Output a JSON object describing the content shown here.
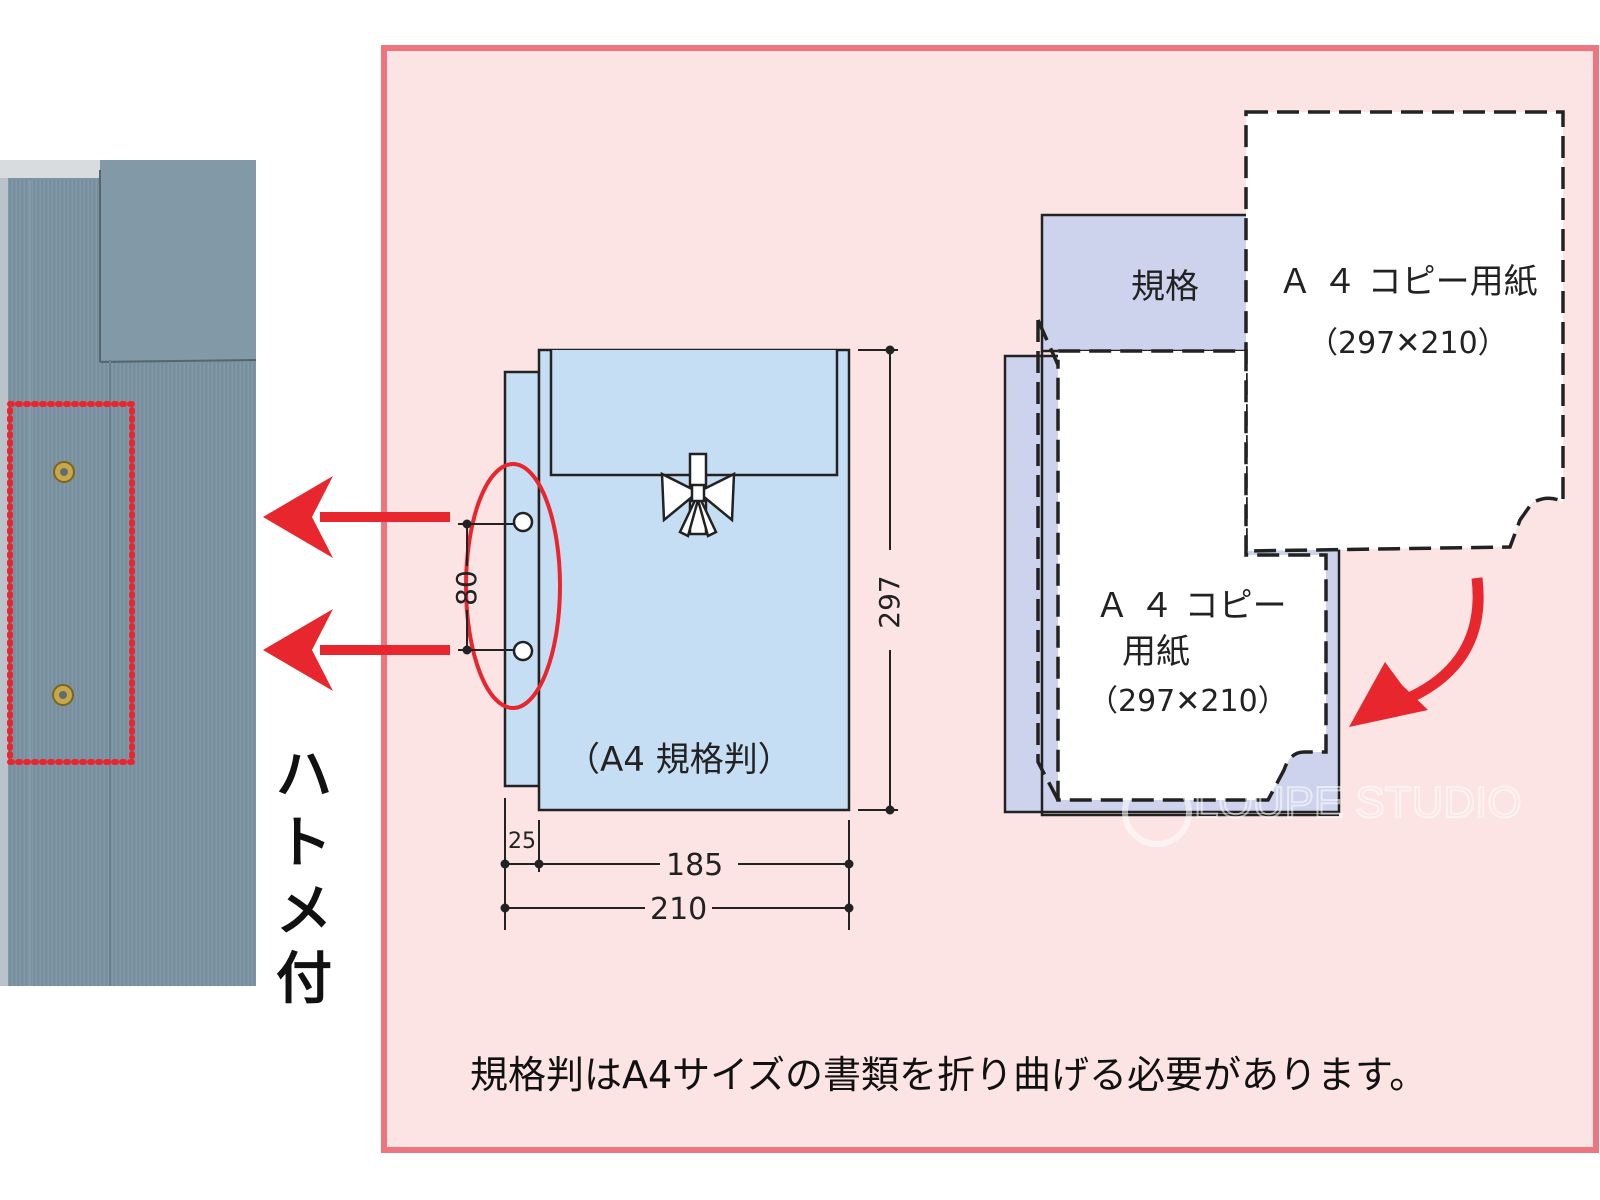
{
  "photo": {
    "label": "ハトメ付"
  },
  "diagram": {
    "envelope_caption": "（A4 規格判）",
    "dimensions": {
      "height": "297",
      "hole_spacing": "80",
      "margin": "25",
      "inner_width": "185",
      "total_width": "210"
    },
    "fold_panel": {
      "standard_label": "規格",
      "paper_top_line1": "Ａ ４ コピー用紙",
      "paper_top_line2": "（297✕210）",
      "paper_bottom_line1": "Ａ ４ コピー",
      "paper_bottom_line2": "用紙",
      "paper_bottom_line3": "（297✕210）"
    },
    "note": "規格判はA4サイズの書類を折り曲げる必要があります。",
    "watermark": "LOUPE STUDIO"
  },
  "colors": {
    "panel_bg": "#fce4e4",
    "panel_border": "#ee7480",
    "envelope_blue": "#c6def3",
    "standard_violet": "#cdd3ec",
    "arrow_red": "#e8262d",
    "cover_gray": "#7b93a2"
  }
}
